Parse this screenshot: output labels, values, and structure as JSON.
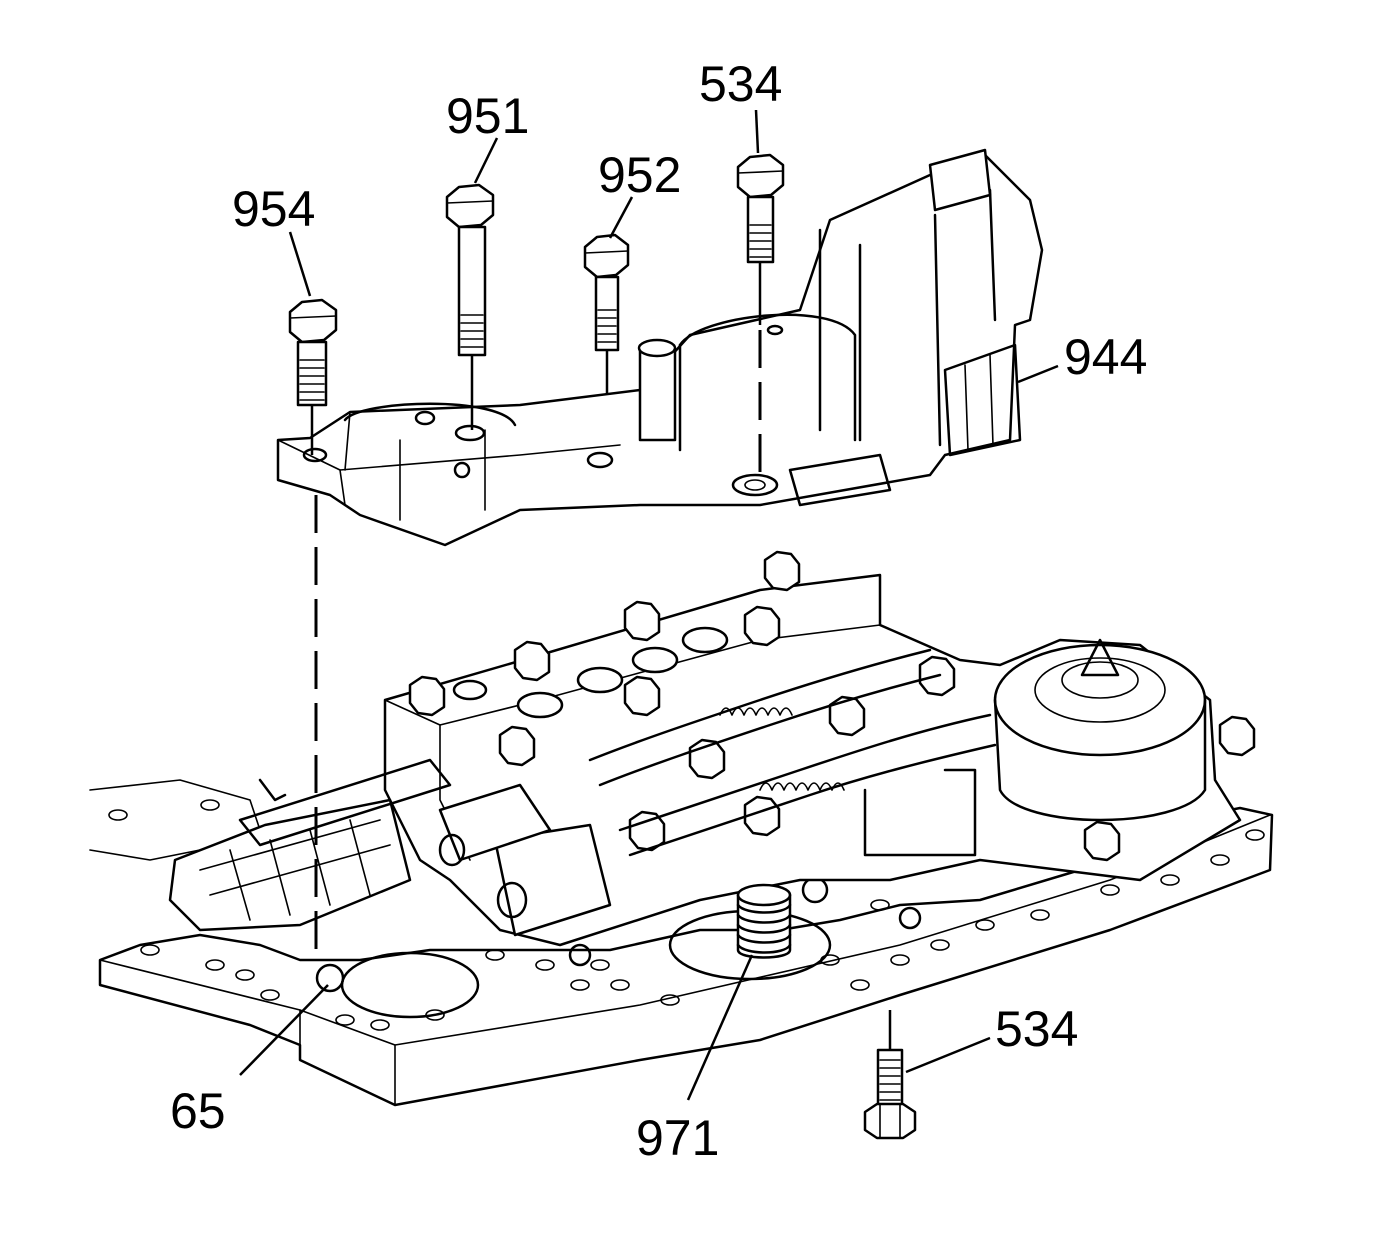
{
  "callouts": {
    "c954": "954",
    "c951": "951",
    "c952": "952",
    "c534_top": "534",
    "c944": "944",
    "c65": "65",
    "c971": "971",
    "c534_bottom": "534"
  },
  "colors": {
    "line": "#000000",
    "background": "#ffffff"
  }
}
